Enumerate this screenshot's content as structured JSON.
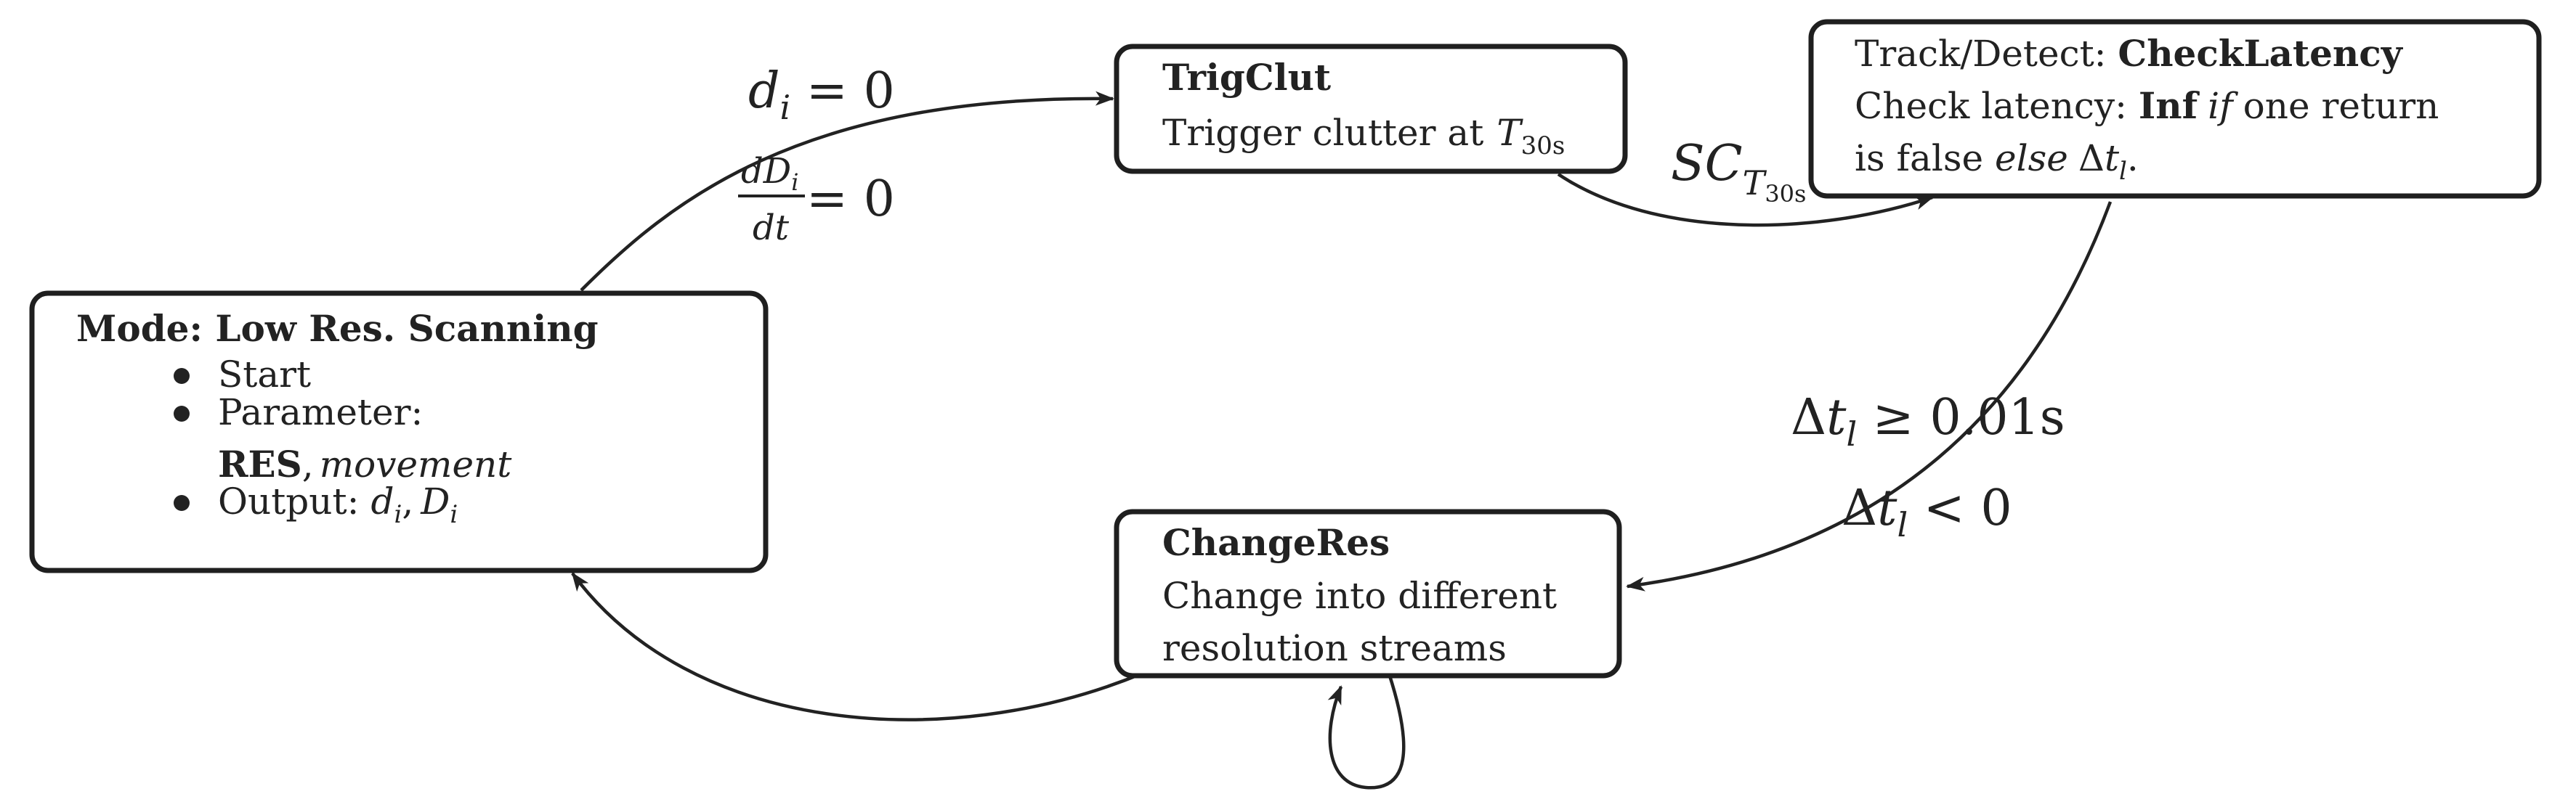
{
  "nodes": {
    "mode": {
      "title": "Mode: Low Res. Scanning",
      "items": [
        {
          "text": "Start"
        },
        {
          "text": "Parameter:"
        },
        {
          "bold": "RES",
          "sep": ",",
          "italic": "movement",
          "continuation": true
        },
        {
          "text": "Output:",
          "math": "d",
          "sub1": "i",
          "comma": ",",
          "math2": "D",
          "sub2": "i"
        }
      ]
    },
    "trigclut": {
      "title": "TrigClut",
      "body": "Trigger clutter at",
      "math": "T",
      "sub": "30s"
    },
    "checklatency": {
      "line1_prefix": "Track/Detect: ",
      "line1_bold": "CheckLatency",
      "line2_prefix": "Check latency: ",
      "line2_bold": "Inf",
      "line2_italic": "if",
      "line2_suffix": "one return",
      "line3_prefix": "is false ",
      "line3_italic": "else",
      "line3_delta": "Δ",
      "line3_math": "t",
      "line3_sub": "l",
      "line3_end": "."
    },
    "changeres": {
      "title": "ChangeRes",
      "line1": "Change into different",
      "line2": "resolution streams"
    }
  },
  "edges": {
    "mode_to_trigclut": {
      "label1_math": "d",
      "label1_sub": "i",
      "label1_rest": " = 0",
      "label2_num": "dD",
      "label2_num_sub": "i",
      "label2_den": "dt",
      "label2_rest": " = 0"
    },
    "trigclut_to_checklatency": {
      "label_math": "SC",
      "label_sub": "T",
      "label_subsub": "30s"
    },
    "checklatency_to_changeres": {
      "label1_delta": "Δ",
      "label1_math": "t",
      "label1_sub": "l",
      "label1_rest": " ≥ 0.01s",
      "label2_delta": "Δ",
      "label2_math": "t",
      "label2_sub": "l",
      "label2_rest": " < 0"
    }
  }
}
